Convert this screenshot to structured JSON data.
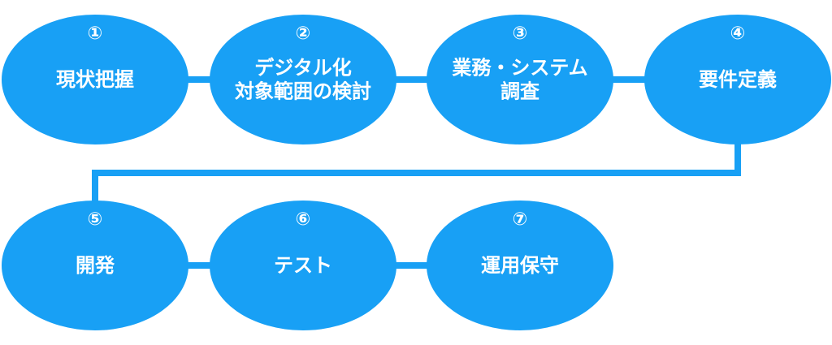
{
  "steps": [
    {
      "number": "①",
      "label_lines": [
        "現状把握"
      ]
    },
    {
      "number": "②",
      "label_lines": [
        "デジタル化",
        "対象範囲の検討"
      ]
    },
    {
      "number": "③",
      "label_lines": [
        "業務・システム",
        "調査"
      ]
    },
    {
      "number": "④",
      "label_lines": [
        "要件定義"
      ]
    },
    {
      "number": "⑤",
      "label_lines": [
        "開発"
      ]
    },
    {
      "number": "⑥",
      "label_lines": [
        "テスト"
      ]
    },
    {
      "number": "⑦",
      "label_lines": [
        "運用保守"
      ]
    }
  ],
  "colors": {
    "node": "#18a0f5",
    "connector": "#18a0f5",
    "text": "#ffffff"
  }
}
